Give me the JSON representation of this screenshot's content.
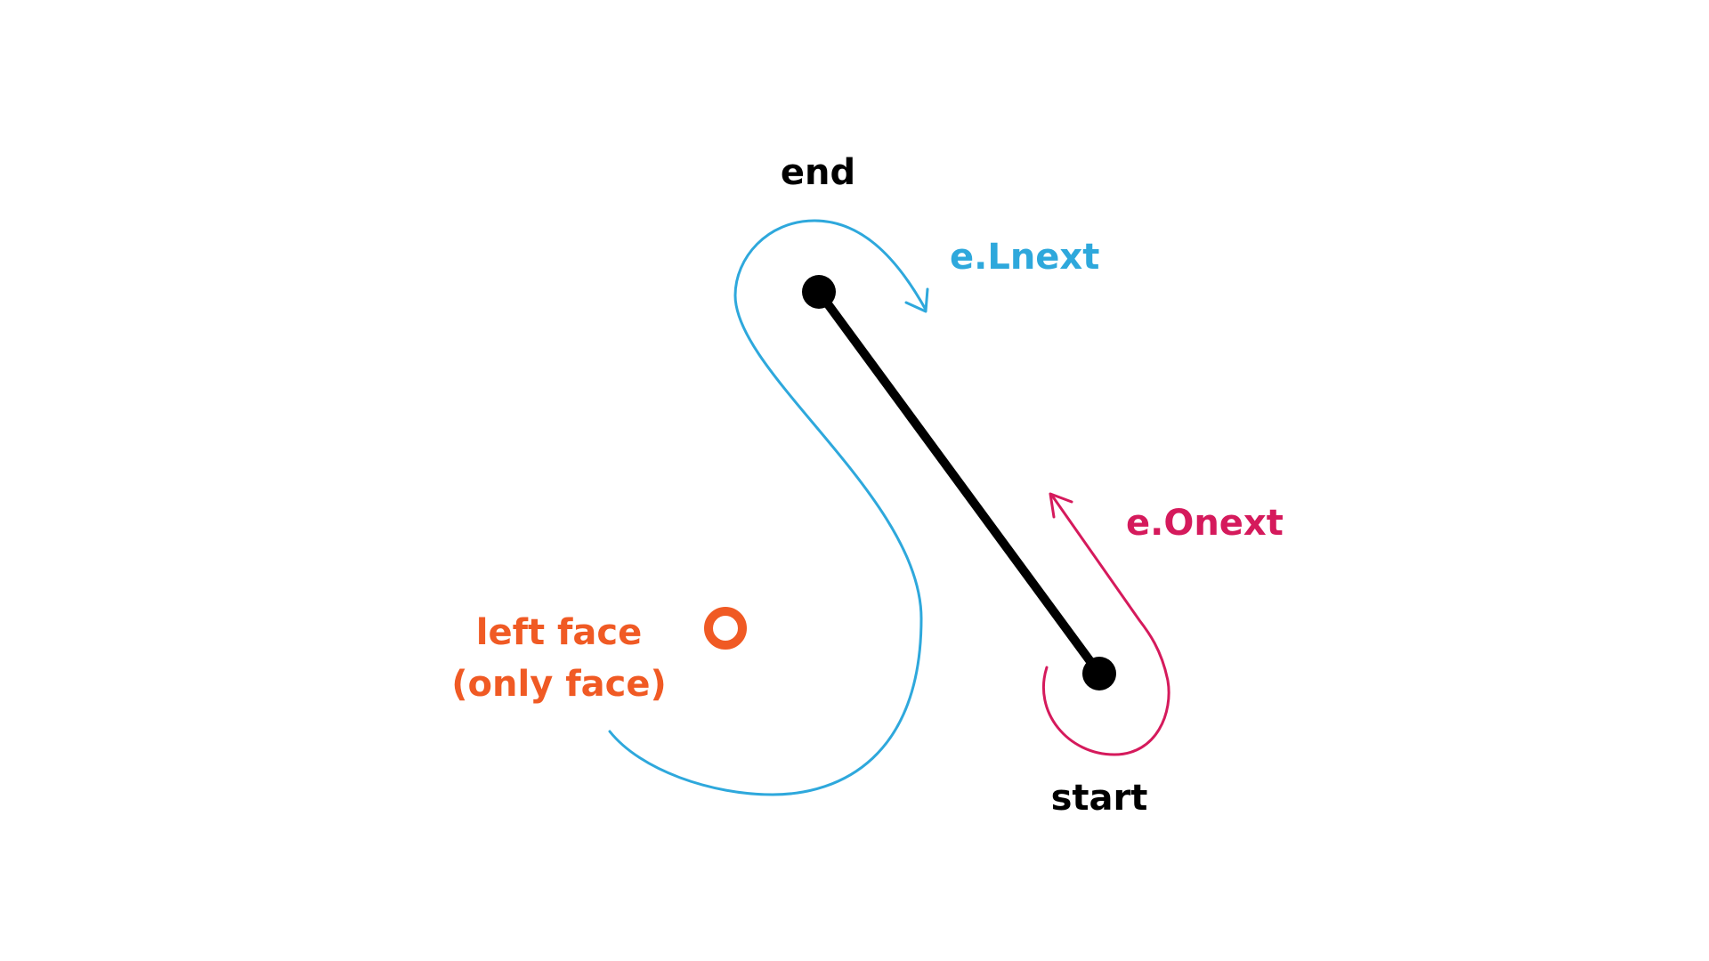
{
  "labels": {
    "end": "end",
    "start": "start",
    "lnext": "e.Lnext",
    "onext": "e.Onext",
    "left_face_line1": "left face",
    "left_face_line2": "(only face)"
  },
  "colors": {
    "edge": "#000000",
    "lnext": "#2ea8dc",
    "onext": "#d51a5c",
    "face": "#f05a24",
    "text": "#000000",
    "background": "#ffffff"
  }
}
